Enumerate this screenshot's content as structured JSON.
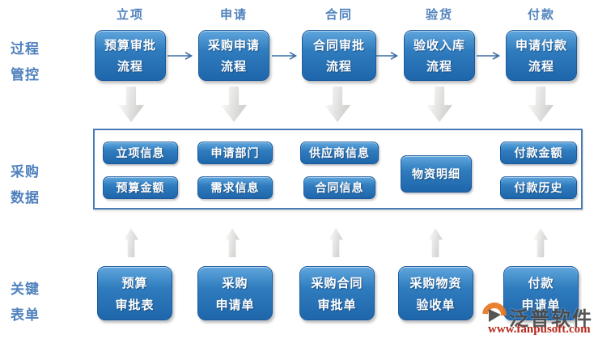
{
  "row_labels": {
    "process_control": [
      "过程",
      "管控"
    ],
    "purchase_data": [
      "采购",
      "数据"
    ],
    "key_forms": [
      "关键",
      "表单"
    ]
  },
  "columns": [
    {
      "stage": "立项",
      "process": [
        "预算审批",
        "流程"
      ],
      "data": [
        "立项信息",
        "预算金额"
      ],
      "form": [
        "预算",
        "审批表"
      ]
    },
    {
      "stage": "申请",
      "process": [
        "采购申请",
        "流程"
      ],
      "data": [
        "申请部门",
        "需求信息"
      ],
      "form": [
        "采购",
        "申请单"
      ]
    },
    {
      "stage": "合同",
      "process": [
        "合同审批",
        "流程"
      ],
      "data": [
        "供应商信息",
        "合同信息"
      ],
      "form": [
        "采购合同",
        "审批单"
      ]
    },
    {
      "stage": "验货",
      "process": [
        "验收入库",
        "流程"
      ],
      "data": [
        "物资明细"
      ],
      "form": [
        "采购物资",
        "验收单"
      ]
    },
    {
      "stage": "付款",
      "process": [
        "申请付款",
        "流程"
      ],
      "data": [
        "付款金额",
        "付款历史"
      ],
      "form": [
        "付款",
        "申请单"
      ]
    }
  ],
  "icons": {
    "stage_connector": "right-arrow",
    "process_to_data": "down-block-arrow",
    "form_to_data": "up-block-arrow"
  },
  "watermark": {
    "brand": "泛普软件",
    "url": "www.fanpusoft.com"
  },
  "colors": {
    "box_blue_top": "#60a6dd",
    "box_blue_bottom": "#1f66ab",
    "box_border": "#1a5a9e",
    "label_blue": "#4f81bd",
    "panel_border": "#4a7ab5",
    "block_arrow_gray": "#d9d9d7",
    "connector_blue": "#3a6ea5",
    "watermark_orange": "#e87722",
    "watermark_url_red": "#b5281b"
  }
}
